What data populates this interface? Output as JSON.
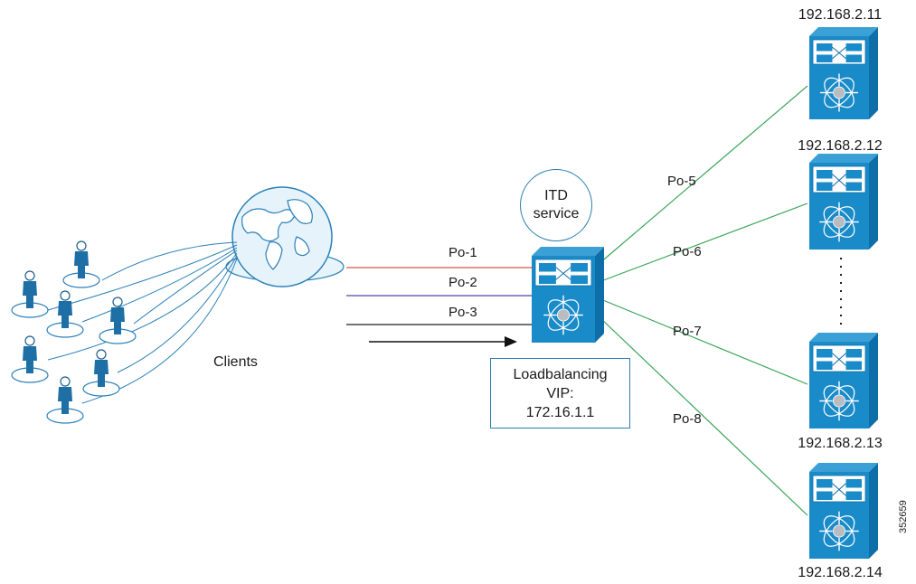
{
  "diagram": {
    "clients_label": "Clients",
    "itd_service": {
      "line1": "ITD",
      "line2": "service"
    },
    "vip_box": {
      "line1": "Loadbalancing",
      "line2": "VIP:",
      "line3": "172.16.1.1"
    },
    "ingress_links": [
      {
        "label": "Po-1",
        "color": "#d9534f"
      },
      {
        "label": "Po-2",
        "color": "#4a4aa8"
      },
      {
        "label": "Po-3",
        "color": "#222222"
      }
    ],
    "servers": [
      {
        "ip": "192.168.2.11",
        "link": "Po-5"
      },
      {
        "ip": "192.168.2.12",
        "link": "Po-6"
      },
      {
        "ip": "192.168.2.13",
        "link": "Po-7"
      },
      {
        "ip": "192.168.2.14",
        "link": "Po-8"
      }
    ],
    "figure_id": "352659",
    "colors": {
      "device_blue": "#1a8bc9",
      "device_dark": "#0d6ea8",
      "server_link_green": "#3aa55a",
      "client_blue": "#2a80b8",
      "outline": "#2a7fb0"
    }
  }
}
